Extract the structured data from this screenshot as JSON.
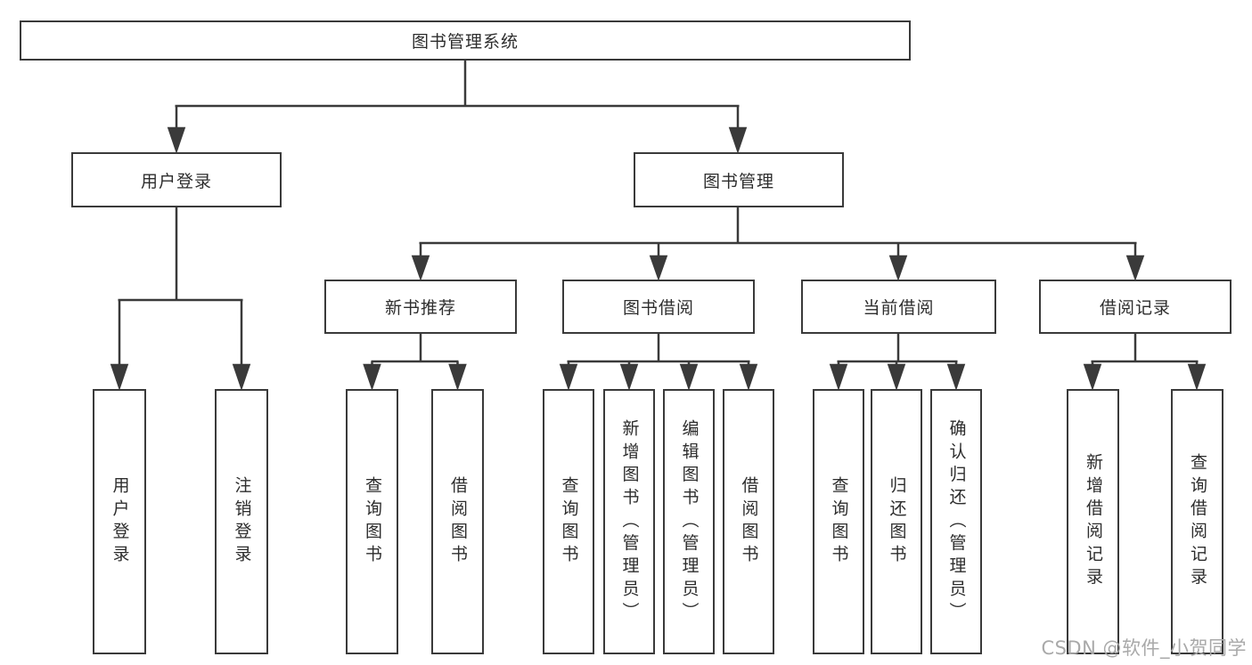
{
  "diagram_type": "hierarchy-tree",
  "colors": {
    "background": "#ffffff",
    "box_fill": "#ffffff",
    "box_border": "#3a3a3a",
    "connector": "#3a3a3a",
    "text": "#2d2d2d",
    "watermark_text": "#a9a9a9"
  },
  "tree": {
    "label": "图书管理系统",
    "children": [
      {
        "label": "用户登录",
        "children": [
          {
            "label": "用户登录"
          },
          {
            "label": "注销登录"
          }
        ]
      },
      {
        "label": "图书管理",
        "children": [
          {
            "label": "新书推荐",
            "children": [
              {
                "label": "查询图书"
              },
              {
                "label": "借阅图书"
              }
            ]
          },
          {
            "label": "图书借阅",
            "children": [
              {
                "label": "查询图书"
              },
              {
                "label": "新增图书（管理员）"
              },
              {
                "label": "编辑图书（管理员）"
              },
              {
                "label": "借阅图书"
              }
            ]
          },
          {
            "label": "当前借阅",
            "children": [
              {
                "label": "查询图书"
              },
              {
                "label": "归还图书"
              },
              {
                "label": "确认归还（管理员）"
              }
            ]
          },
          {
            "label": "借阅记录",
            "children": [
              {
                "label": "新增借阅记录"
              },
              {
                "label": "查询借阅记录"
              }
            ]
          }
        ]
      }
    ]
  },
  "watermark": {
    "text": "CSDN @软件_小贺同学"
  }
}
